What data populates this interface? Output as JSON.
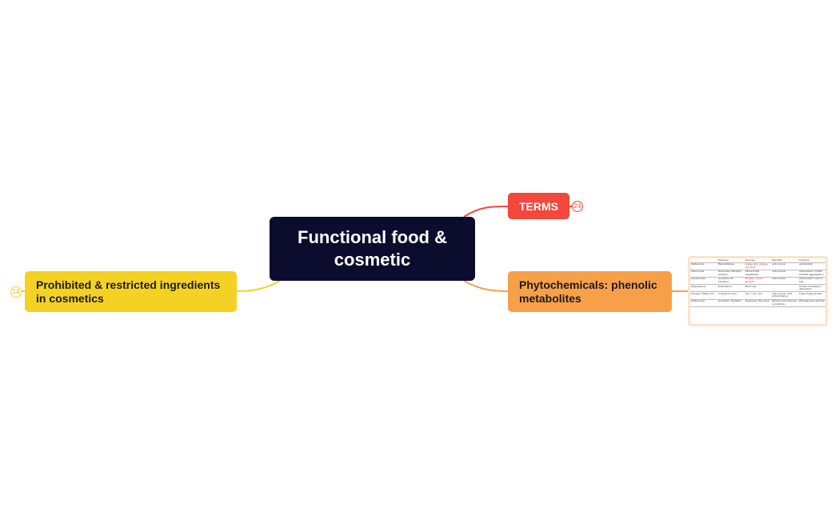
{
  "mindmap": {
    "central": {
      "label": "Functional food & cosmetic"
    },
    "branches": [
      {
        "id": "terms",
        "label": "TERMS",
        "collapsed_count": "24",
        "color": "#f2483d"
      },
      {
        "id": "phytochemicals",
        "label": "Phytochemicals: phenolic metabolites",
        "color": "#f7a049"
      },
      {
        "id": "prohibited",
        "label": "Prohibited & restricted ingredients in cosmetics",
        "collapsed_count": "14",
        "color": "#f3d224"
      }
    ],
    "central_color": "#0c0c2e",
    "attachment": {
      "type": "table-image",
      "rows": [
        [
          "",
          "Example",
          "Sources",
          "Benefits",
          "Function"
        ],
        [
          "Stilbenoids",
          "Pterostilbene",
          "grape skin, grapes, red wine",
          "anti-cancer",
          "antioxidant"
        ],
        [
          "Flavonoids",
          "Quercetin, Naringin, Luteolin",
          "Citrus fruits, vegetables",
          "Anti-cancer",
          "Antioxidant, inhibit platelet aggregation"
        ],
        [
          "Carotenoids",
          "Lycopene, B-carotene",
          "Tomato, carrot, spinach",
          "Anti-cancer",
          "Antioxidant, reduce LDL"
        ],
        [
          "Phytosterols",
          "β-sitosterol",
          "Plant oils",
          "",
          "Inhibit cholesterol absorption"
        ],
        [
          "Omega 3 fatty acid",
          "α-linolenic acid",
          "Fish, nuts, flax",
          "Anti-cancer, anti-inflammatory",
          "Lower triglycerides"
        ],
        [
          "Isoflavones",
          "Genistein, Daidzein",
          "Soybeans, flax seed",
          "Relieve menopausal symptoms",
          "Estrogen-like activity"
        ]
      ]
    }
  }
}
